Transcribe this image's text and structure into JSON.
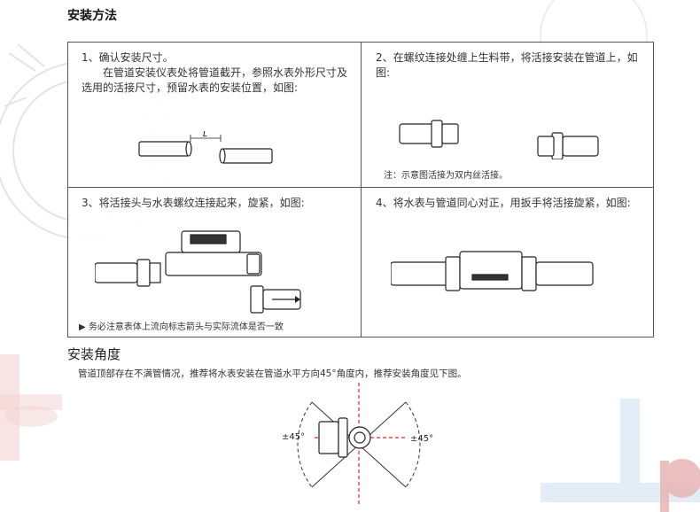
{
  "page": {
    "title": "安装方法",
    "section2_title": "安装角度",
    "section2_desc": "管道顶部存在不满管情况，推荐将水表安装在管道水平方向45°角度内，推荐安装角度见下图。"
  },
  "steps": [
    {
      "heading": "1、确认安装尺寸。",
      "body": "在管道安装仪表处将管道截开，参照水表外形尺寸及选用的活接尺寸，预留水表的安装位置，如图:",
      "figure_label": "L"
    },
    {
      "heading": "2、在螺纹连接处缠上生料带，将活接安装在管道上，如图:",
      "note": "注：示意图活接为双内丝活接。"
    },
    {
      "heading": "3、将活接头与水表螺纹连接起来，旋紧，如图:",
      "note": "▶ 务必注意表体上流向标志箭头与实际流体是否一致"
    },
    {
      "heading": "4、将水表与管道同心对正，用扳手将活接旋紧，如图:"
    }
  ],
  "angle_figure": {
    "left_label": "±45°",
    "right_label": "±45°"
  },
  "colors": {
    "accent_red": "#d9262c",
    "border": "#555555",
    "deco": "#e6e6e6"
  }
}
